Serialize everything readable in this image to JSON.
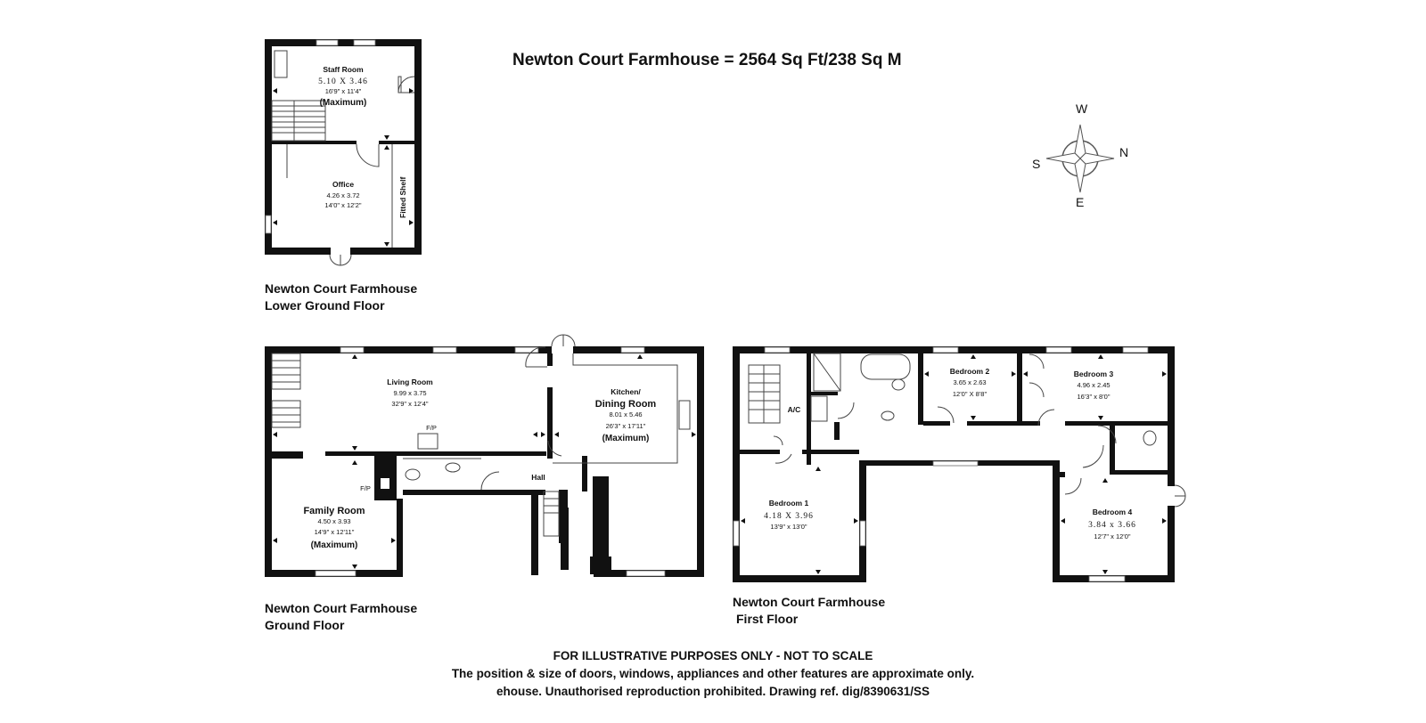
{
  "title": "Newton Court Farmhouse = 2564 Sq Ft/238 Sq M",
  "compass": {
    "w": "W",
    "n": "N",
    "s": "S",
    "e": "E"
  },
  "floors": {
    "lower": {
      "caption_line1": "Newton Court Farmhouse",
      "caption_line2": "Lower Ground Floor",
      "rooms": {
        "staff": {
          "name": "Staff Room",
          "metric": "5.10 X 3.46",
          "imperial": "16'9\" x 11'4\"",
          "note": "(Maximum)"
        },
        "office": {
          "name": "Office",
          "metric": "4.26 x 3.72",
          "imperial": "14'0\" x 12'2\""
        },
        "shelf": "Fitted Shelf"
      }
    },
    "ground": {
      "caption_line1": "Newton Court Farmhouse",
      "caption_line2": "Ground Floor",
      "rooms": {
        "living": {
          "name": "Living Room",
          "metric": "9.99 x 3.75",
          "imperial": "32'9\" x 12'4\"",
          "fp": "F/P"
        },
        "kitchen": {
          "name_line1": "Kitchen/",
          "name_line2": "Dining Room",
          "metric": "8.01 x 5.46",
          "imperial": "26'3\" x 17'11\"",
          "note": "(Maximum)"
        },
        "family": {
          "name": "Family Room",
          "metric": "4.50 x 3.93",
          "imperial": "14'9\" x 12'11\"",
          "note": "(Maximum)",
          "fp": "F/P"
        },
        "hall": "Hall"
      }
    },
    "first": {
      "caption_line1": "Newton Court Farmhouse",
      "caption_line2": "First Floor",
      "rooms": {
        "ac": "A/C",
        "bed1": {
          "name": "Bedroom 1",
          "metric": "4.18 X 3.96",
          "imperial": "13'9\" x 13'0\""
        },
        "bed2": {
          "name": "Bedroom 2",
          "metric": "3.65 x 2.63",
          "imperial": "12'0\" X 8'8\""
        },
        "bed3": {
          "name": "Bedroom 3",
          "metric": "4.96 x 2.45",
          "imperial": "16'3\" x 8'0\""
        },
        "bed4": {
          "name": "Bedroom 4",
          "metric": "3.84 x 3.66",
          "imperial": "12'7\" x 12'0\""
        }
      }
    }
  },
  "footer": {
    "line1": "FOR ILLUSTRATIVE PURPOSES ONLY - NOT TO SCALE",
    "line2": "The position & size of doors, windows, appliances and other features are approximate only.",
    "line3": "ehouse. Unauthorised reproduction prohibited. Drawing ref. dig/8390631/SS"
  }
}
